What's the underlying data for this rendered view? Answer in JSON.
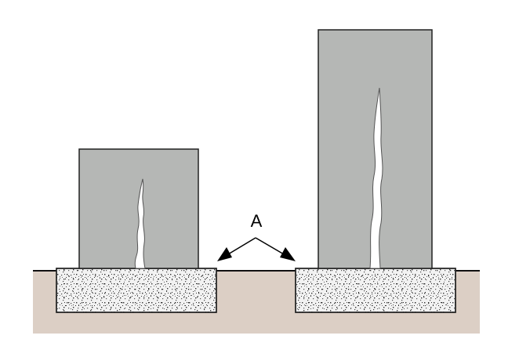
{
  "diagram": {
    "callout": {
      "label": "A"
    },
    "colors": {
      "background": "#ffffff",
      "soil": "#dccfc5",
      "ground_line": "#111111",
      "pillar_fill": "#b5b7b5",
      "pillar_stroke": "#222222",
      "footing_base": "#f2f2f2",
      "speckle": "#333333",
      "crack": "#ffffff"
    },
    "elements": [
      "soil-ground",
      "left-footing",
      "right-footing",
      "left-pillar",
      "right-pillar",
      "left-crack",
      "right-crack",
      "callout-arrows"
    ]
  }
}
